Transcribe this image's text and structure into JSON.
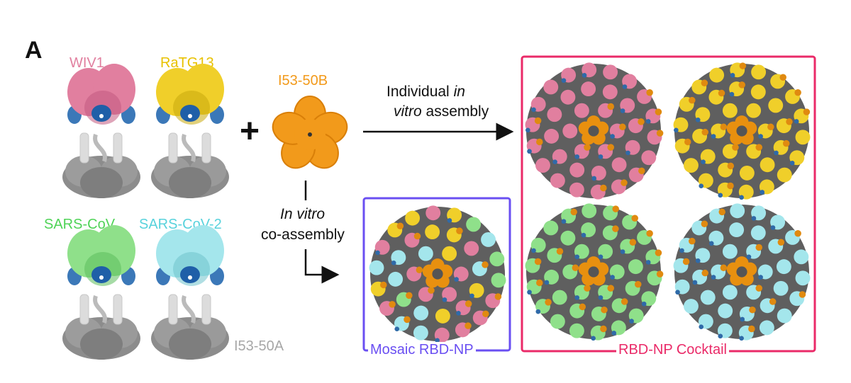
{
  "panel_letter": "A",
  "strains": [
    {
      "name": "WIV1",
      "color": "#e17f9f",
      "dark": "#c25a7f"
    },
    {
      "name": "RaTG13",
      "color": "#f0cf2a",
      "dark": "#c9a90c"
    },
    {
      "name": "SARS-CoV",
      "color": "#8fe08a",
      "dark": "#5dbd5d"
    },
    {
      "name": "SARS-CoV-2",
      "color": "#a4e6ec",
      "dark": "#6fc3cc"
    }
  ],
  "pentamer_label": "I53-50B",
  "pentamer_color": "#f29a1b",
  "trimer_label": "I53-50A",
  "plus_sign": "+",
  "individual_assembly": {
    "line1_a": "Individual ",
    "line1_b": "in",
    "line2_a": "vitro",
    "line2_b": " assembly"
  },
  "co_assembly": {
    "line1": "In vitro",
    "line2": "co-assembly"
  },
  "mosaic_label": "Mosaic RBD-NP",
  "mosaic_color": "#6a4ff2",
  "cocktail_label": "RBD-NP Cocktail",
  "cocktail_color": "#ea2a68",
  "label_colors": {
    "WIV1": "#e17f9f",
    "RaTG13": "#e8c100",
    "SARS-CoV": "#4fd357",
    "SARS-CoV-2": "#58d2dc",
    "I53-50B": "#f29a1b",
    "I53-50A": "#a7a7a7"
  }
}
